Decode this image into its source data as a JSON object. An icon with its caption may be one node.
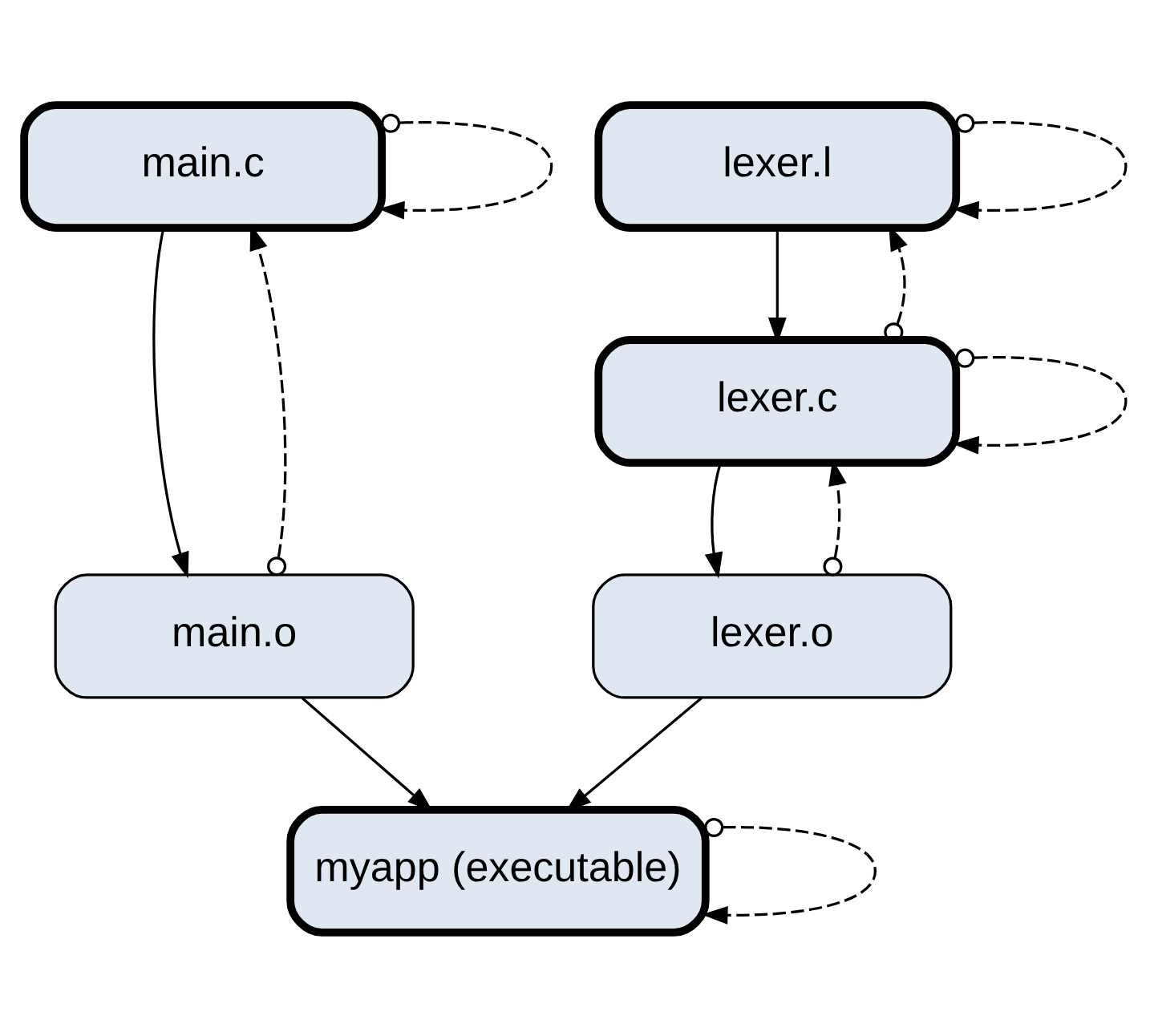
{
  "diagram": {
    "nodes": [
      {
        "text": [
          "main.c"
        ]
      },
      {
        "text": [
          "lexer.l"
        ]
      },
      {
        "text": [
          "lexer.c"
        ]
      },
      {
        "text": [
          "main.o"
        ]
      },
      {
        "text": [
          "lexer.o"
        ]
      },
      {
        "text": [
          "myapp (executable)"
        ]
      }
    ],
    "edges": [
      {
        "from": 0,
        "to": 3,
        "arrow": "to"
      },
      {
        "from": 1,
        "to": 2,
        "arrow": "to"
      },
      {
        "from": 2,
        "to": 4,
        "arrow": "to"
      },
      {
        "from": 3,
        "to": 5,
        "arrow": "to"
      },
      {
        "from": 4,
        "to": 5,
        "arrow": "to"
      },
      {
        "from": 0,
        "to": 0,
        "arrow": "to",
        "style": "dashed"
      },
      {
        "from": 3,
        "to": 0,
        "arrow": "to",
        "style": "dashed"
      },
      {
        "from": 1,
        "to": 1,
        "arrow": "to",
        "style": "dashed"
      },
      {
        "from": 2,
        "to": 1,
        "arrow": "to",
        "style": "dashed"
      },
      {
        "from": 2,
        "to": 2,
        "arrow": "to",
        "style": "dashed"
      },
      {
        "from": 4,
        "to": 2,
        "arrow": "to",
        "style": "dashed"
      },
      {
        "from": 5,
        "to": 5,
        "arrow": "to",
        "style": "dashed"
      }
    ]
  }
}
